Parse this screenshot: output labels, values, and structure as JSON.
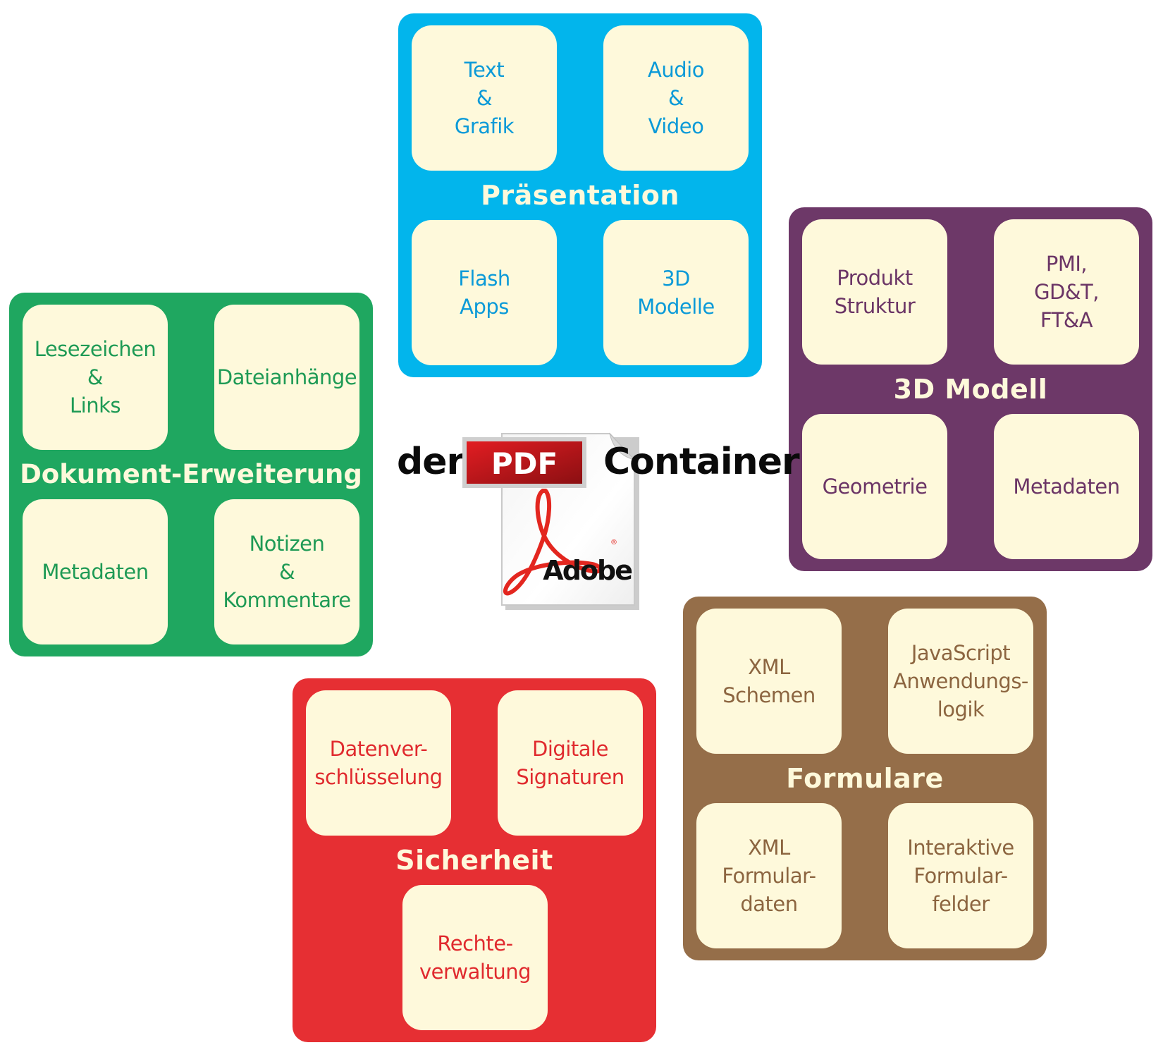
{
  "center": {
    "prefix": "der",
    "badge": "PDF",
    "suffix": "Container",
    "logo_text": "Adobe",
    "logo_icon": "adobe-acrobat-icon"
  },
  "colors": {
    "tile_background": "#fef9db",
    "title_text": "#fef9db",
    "praesentation": "#02b5ec",
    "dokument_erweiterung": "#1fa760",
    "modell_3d": "#6d3868",
    "formulare": "#956e49",
    "sicherheit": "#e62f33",
    "pdf_badge": "#c0161b"
  },
  "groups": {
    "praesentation": {
      "title": "Präsentation",
      "tiles": [
        "Text\n&\nGrafik",
        "Audio\n&\nVideo",
        "Flash\nApps",
        "3D\nModelle"
      ]
    },
    "dokument_erweiterung": {
      "title": "Dokument-Erweiterung",
      "tiles": [
        "Lesezeichen\n&\nLinks",
        "Dateianhänge",
        "Metadaten",
        "Notizen\n&\nKommentare"
      ]
    },
    "modell_3d": {
      "title": "3D Modell",
      "tiles": [
        "Produkt\nStruktur",
        "PMI,\nGD&T,\nFT&A",
        "Geometrie",
        "Metadaten"
      ]
    },
    "formulare": {
      "title": "Formulare",
      "tiles": [
        "XML\nSchemen",
        "JavaScript\nAnwendungs-\nlogik",
        "XML\nFormular-\ndaten",
        "Interaktive\nFormular-\nfelder"
      ]
    },
    "sicherheit": {
      "title": "Sicherheit",
      "tiles": [
        "Datenver-\nschlüsselung",
        "Digitale\nSignaturen",
        "Rechte-\nverwaltung"
      ]
    }
  }
}
